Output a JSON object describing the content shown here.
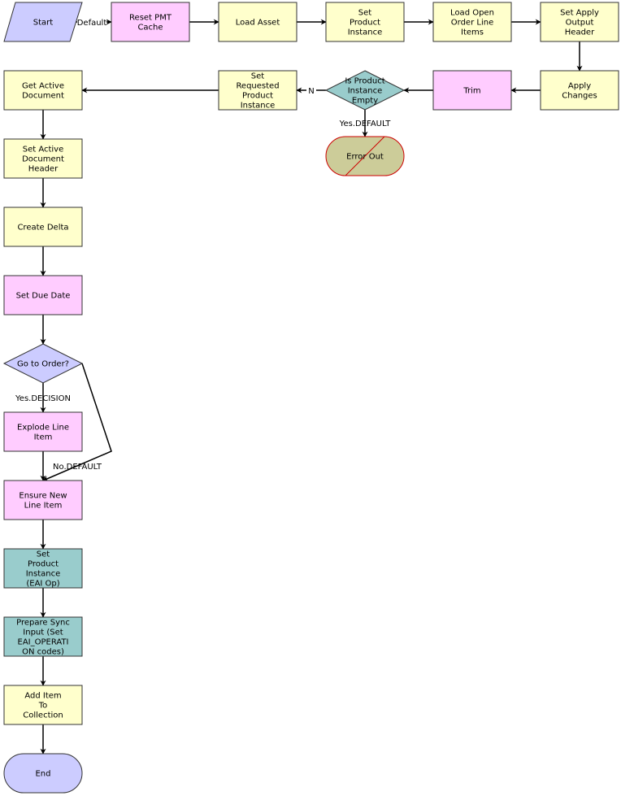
{
  "colors": {
    "start_end": "#ccccff",
    "task_yellow": "#ffffcc",
    "task_pink": "#ffccff",
    "task_teal": "#99cccc",
    "error_fill": "#cccc99",
    "error_stroke": "#cc0000",
    "line": "#000000"
  },
  "nodes": {
    "start": {
      "label": "Start"
    },
    "reset_pmt_cache": {
      "label": [
        "Reset PMT",
        "Cache"
      ]
    },
    "load_asset": {
      "label": "Load Asset"
    },
    "set_product_instance": {
      "label": [
        "Set",
        "Product",
        "Instance"
      ]
    },
    "load_open_order_line_items": {
      "label": [
        "Load Open",
        "Order Line",
        "Items"
      ]
    },
    "set_apply_output_header": {
      "label": [
        "Set Apply",
        "Output",
        "Header"
      ]
    },
    "apply_changes": {
      "label": [
        "Apply",
        "Changes"
      ]
    },
    "trim": {
      "label": "Trim"
    },
    "is_product_instance_empty": {
      "label": [
        "Is Product",
        "Instance",
        "Empty"
      ]
    },
    "set_requested_product_instance": {
      "label": [
        "Set",
        "Requested",
        "Product",
        "Instance"
      ]
    },
    "get_active_document": {
      "label": [
        "Get Active",
        "Document"
      ]
    },
    "error_out": {
      "label": "Error Out"
    },
    "set_active_document_header": {
      "label": [
        "Set Active",
        "Document",
        "Header"
      ]
    },
    "create_delta": {
      "label": "Create Delta"
    },
    "set_due_date": {
      "label": "Set Due Date"
    },
    "go_to_order": {
      "label": "Go to Order?"
    },
    "explode_line_item": {
      "label": [
        "Explode Line",
        "Item"
      ]
    },
    "ensure_new_line_item": {
      "label": [
        "Ensure New",
        "Line Item"
      ]
    },
    "set_product_instance_eai_op": {
      "label": [
        "Set",
        "Product",
        "Instance",
        "(EAI Op)"
      ]
    },
    "prepare_sync_input": {
      "label": [
        "Prepare Sync",
        "Input (Set",
        "EAI_OPERATI",
        "ON codes)"
      ]
    },
    "add_item_to_collection": {
      "label": [
        "Add Item",
        "To",
        "Collection"
      ]
    },
    "end": {
      "label": "End"
    }
  },
  "edge_labels": {
    "default": "Default",
    "n": "N",
    "yes_default": "Yes.DEFAULT",
    "yes_decision": "Yes.DECISION",
    "no_default": "No.DEFAULT"
  }
}
